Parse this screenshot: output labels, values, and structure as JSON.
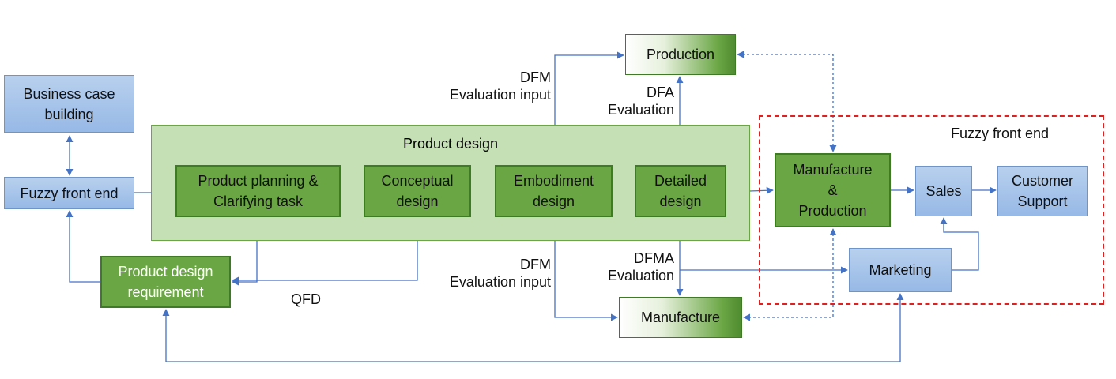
{
  "nodes": {
    "business_case": [
      "Business case",
      "building"
    ],
    "fuzzy_front_end": [
      "Fuzzy front end"
    ],
    "product_design": "Product design",
    "product_planning": [
      "Product planning &",
      "Clarifying task"
    ],
    "conceptual": [
      "Conceptual",
      "design"
    ],
    "embodiment": [
      "Embodiment",
      "design"
    ],
    "detailed": [
      "Detailed",
      "design"
    ],
    "production": [
      "Production"
    ],
    "manufacture": [
      "Manufacture"
    ],
    "manufacture_production": [
      "Manufacture",
      "&",
      "Production"
    ],
    "sales": [
      "Sales"
    ],
    "customer_support": [
      "Customer",
      "Support"
    ],
    "marketing": [
      "Marketing"
    ],
    "product_design_requirement": [
      "Product design",
      "requirement"
    ]
  },
  "labels": {
    "dfm_top": [
      "DFM",
      "Evaluation input"
    ],
    "dfa": [
      "DFA",
      "Evaluation"
    ],
    "dfm_bottom": [
      "DFM",
      "Evaluation input"
    ],
    "dfma": [
      "DFMA",
      "Evaluation"
    ],
    "qfd": "QFD",
    "fuzzy_region": "Fuzzy front end"
  },
  "colors": {
    "arrow_blue": "#4472c4",
    "arrow_green": "#70ad47",
    "region_dashed": "#e02020"
  }
}
